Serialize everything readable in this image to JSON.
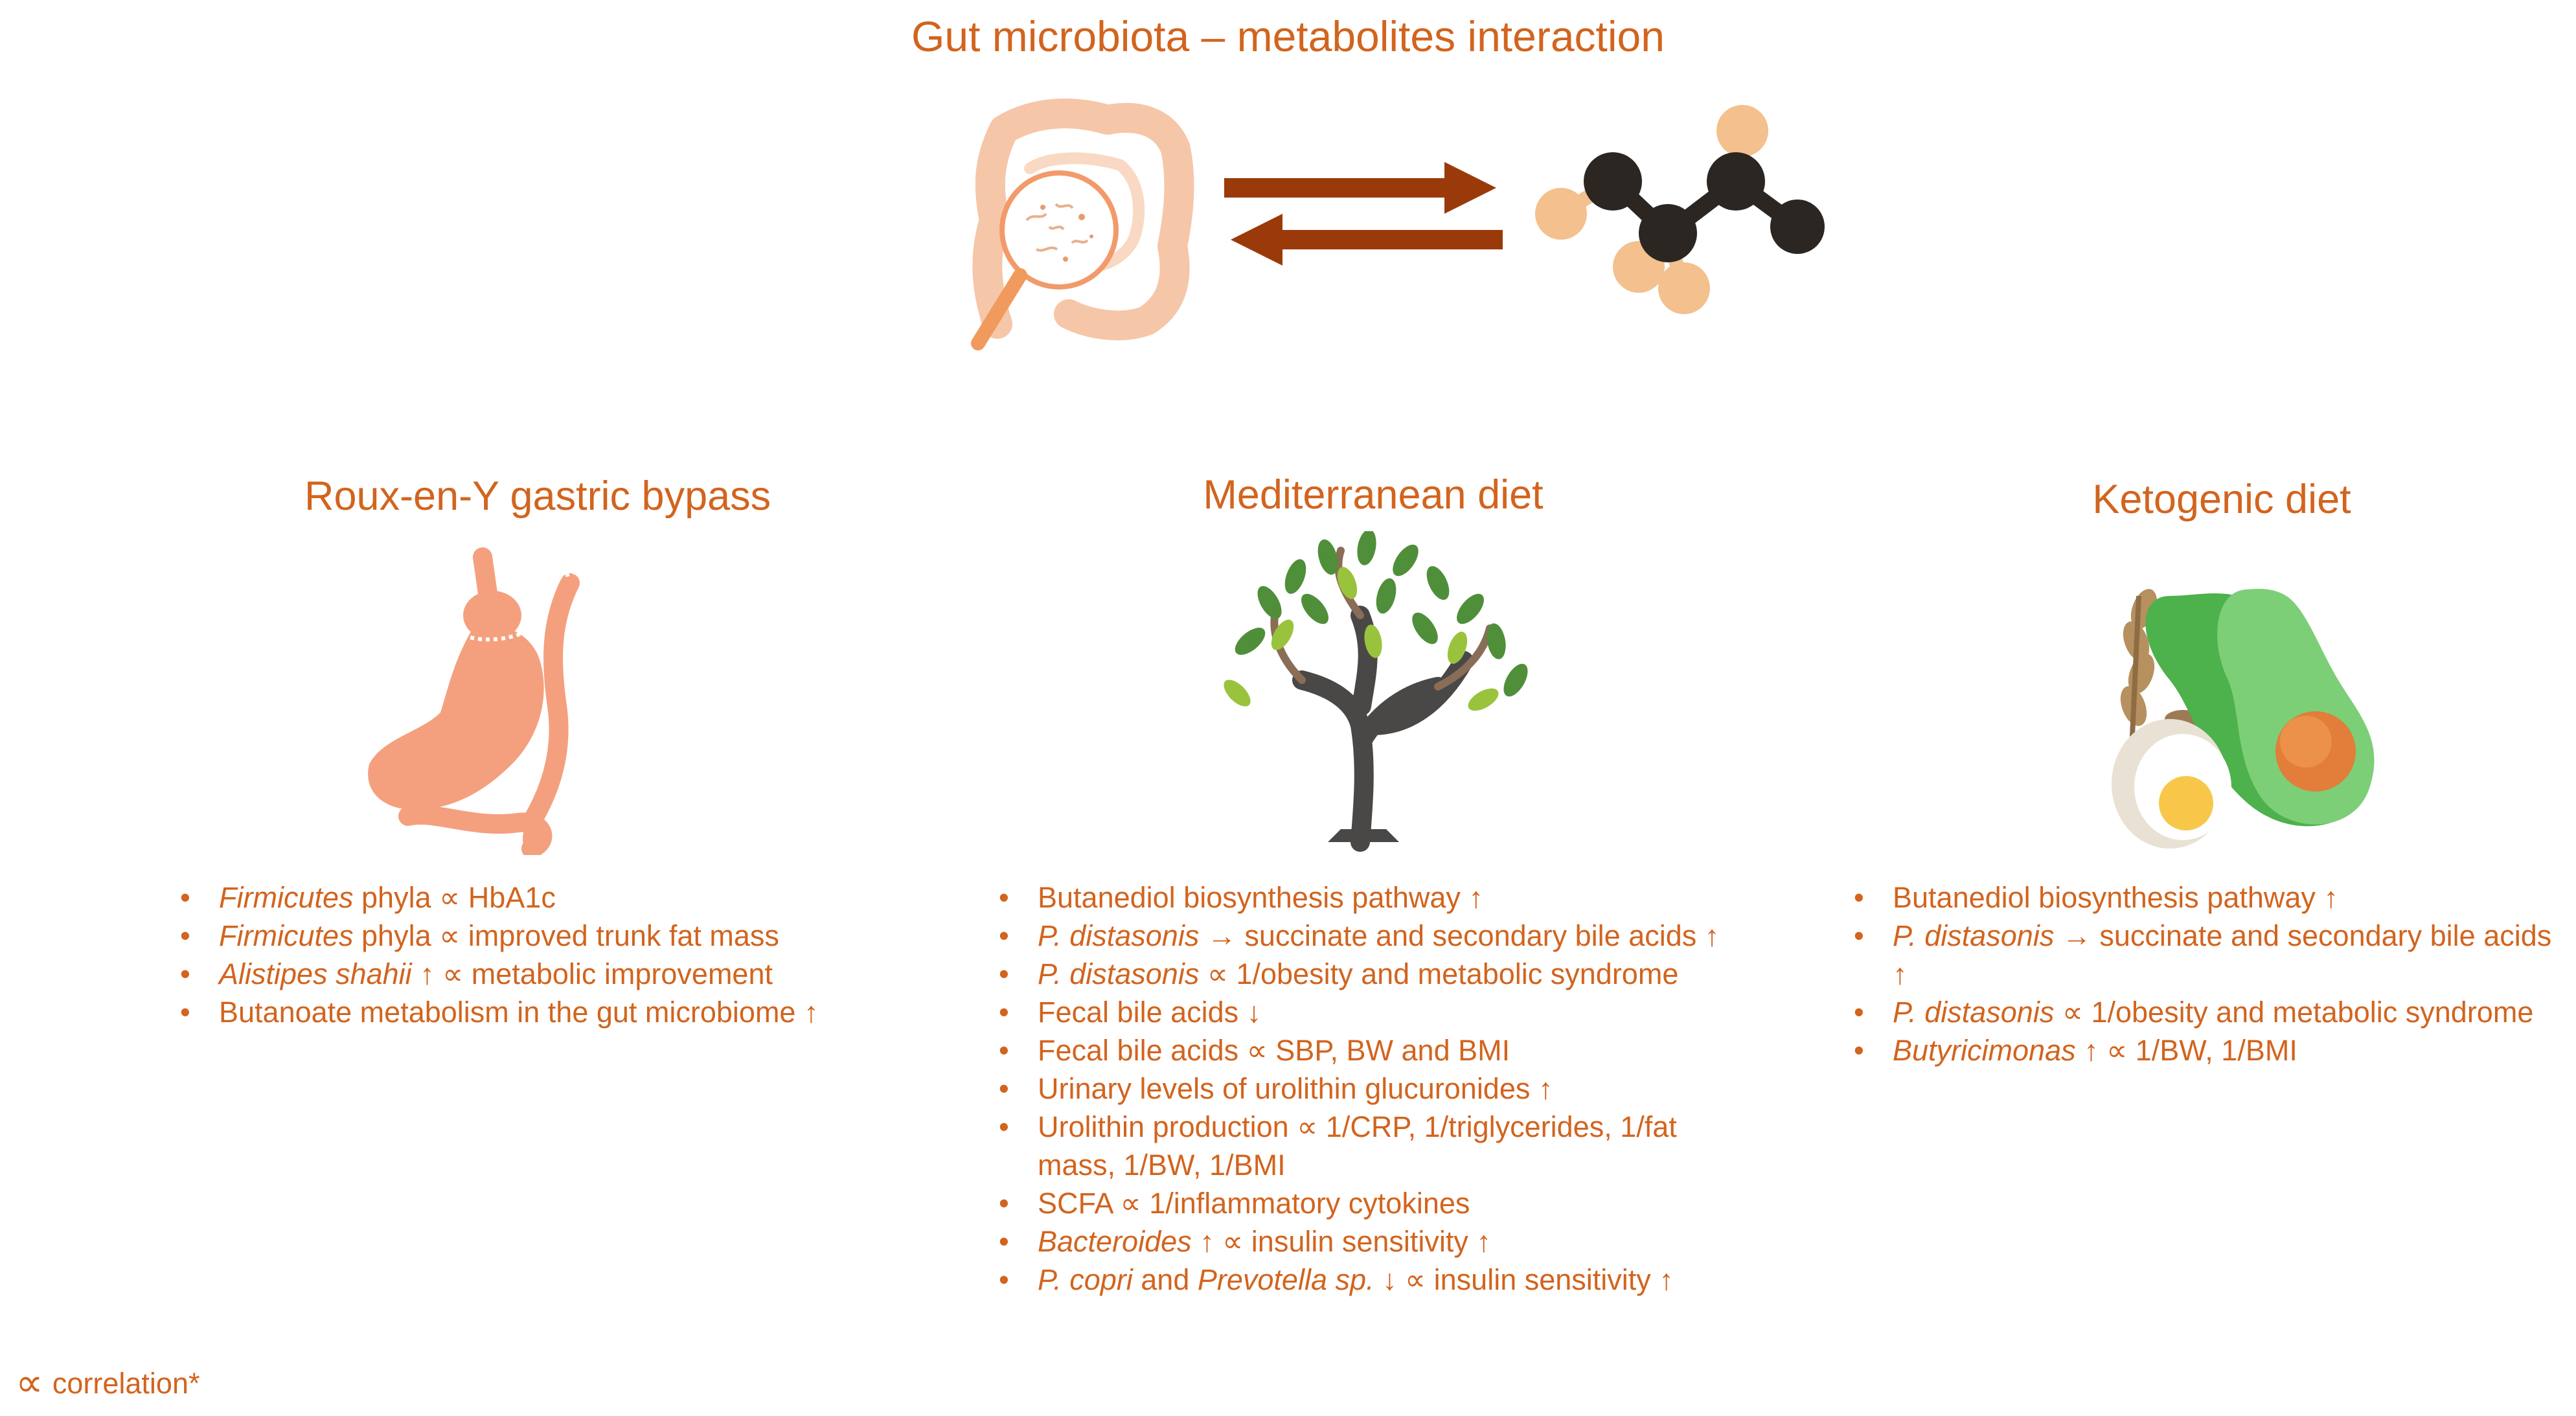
{
  "title": "Gut microbiota – metabolites interaction",
  "columns": {
    "rygb": {
      "title": "Roux-en-Y gastric bypass",
      "bullets": [
        {
          "em": "Firmicutes",
          "text": " phyla ∝ HbA1c"
        },
        {
          "em": "Firmicutes",
          "text": " phyla ∝ improved trunk fat mass"
        },
        {
          "em": "Alistipes shahii",
          "text": " ↑ ∝ metabolic improvement"
        },
        {
          "text": "Butanoate metabolism in the gut microbiome ↑"
        }
      ]
    },
    "med": {
      "title": "Mediterranean diet",
      "bullets": [
        {
          "text": "Butanediol biosynthesis pathway ↑"
        },
        {
          "em": "P. distasonis",
          "text": " → succinate and secondary bile acids ↑"
        },
        {
          "em": "P. distasonis",
          "text": " ∝ 1/obesity and metabolic syndrome"
        },
        {
          "text": "Fecal bile acids ↓"
        },
        {
          "text": "Fecal bile acids ∝ SBP, BW and BMI"
        },
        {
          "text": "Urinary levels of urolithin glucuronides ↑"
        },
        {
          "text": "Urolithin production ∝ 1/CRP, 1/triglycerides, 1/fat mass, 1/BW, 1/BMI"
        },
        {
          "text": "SCFA ∝ 1/inflammatory cytokines"
        },
        {
          "em": "Bacteroides",
          "text": " ↑ ∝ insulin sensitivity ↑"
        },
        {
          "em": "P. copri",
          "text": " and ",
          "em2": "Prevotella sp.",
          "text2": " ↓ ∝ insulin sensitivity ↑"
        }
      ]
    },
    "keto": {
      "title": "Ketogenic diet",
      "bullets": [
        {
          "text": "Butanediol biosynthesis pathway ↑"
        },
        {
          "em": "P. distasonis",
          "text": " → succinate and secondary bile acids ↑"
        },
        {
          "em": "P. distasonis",
          "text": " ∝ 1/obesity and metabolic syndrome"
        },
        {
          "em": "Butyricimonas",
          "text": " ↑ ∝ 1/BW, 1/BMI"
        }
      ]
    }
  },
  "legend": {
    "symbol": "∝",
    "label": "correlation*"
  },
  "icons": {
    "intestine": "intestine-magnifier-icon",
    "arrows": "reversible-arrows-icon",
    "molecule": "molecule-icon",
    "stomach": "gastric-bypass-stomach-icon",
    "tree": "olive-tree-icon",
    "keto": "avocado-egg-wheat-icon"
  },
  "colors": {
    "text": "#d2641e",
    "arrow": "#9a3a0a",
    "intestine": "#f6c6a8",
    "stomach": "#f4a07e",
    "atom_dark": "#2b2622",
    "atom_light": "#f3c08e",
    "avocado": "#4db14c"
  }
}
